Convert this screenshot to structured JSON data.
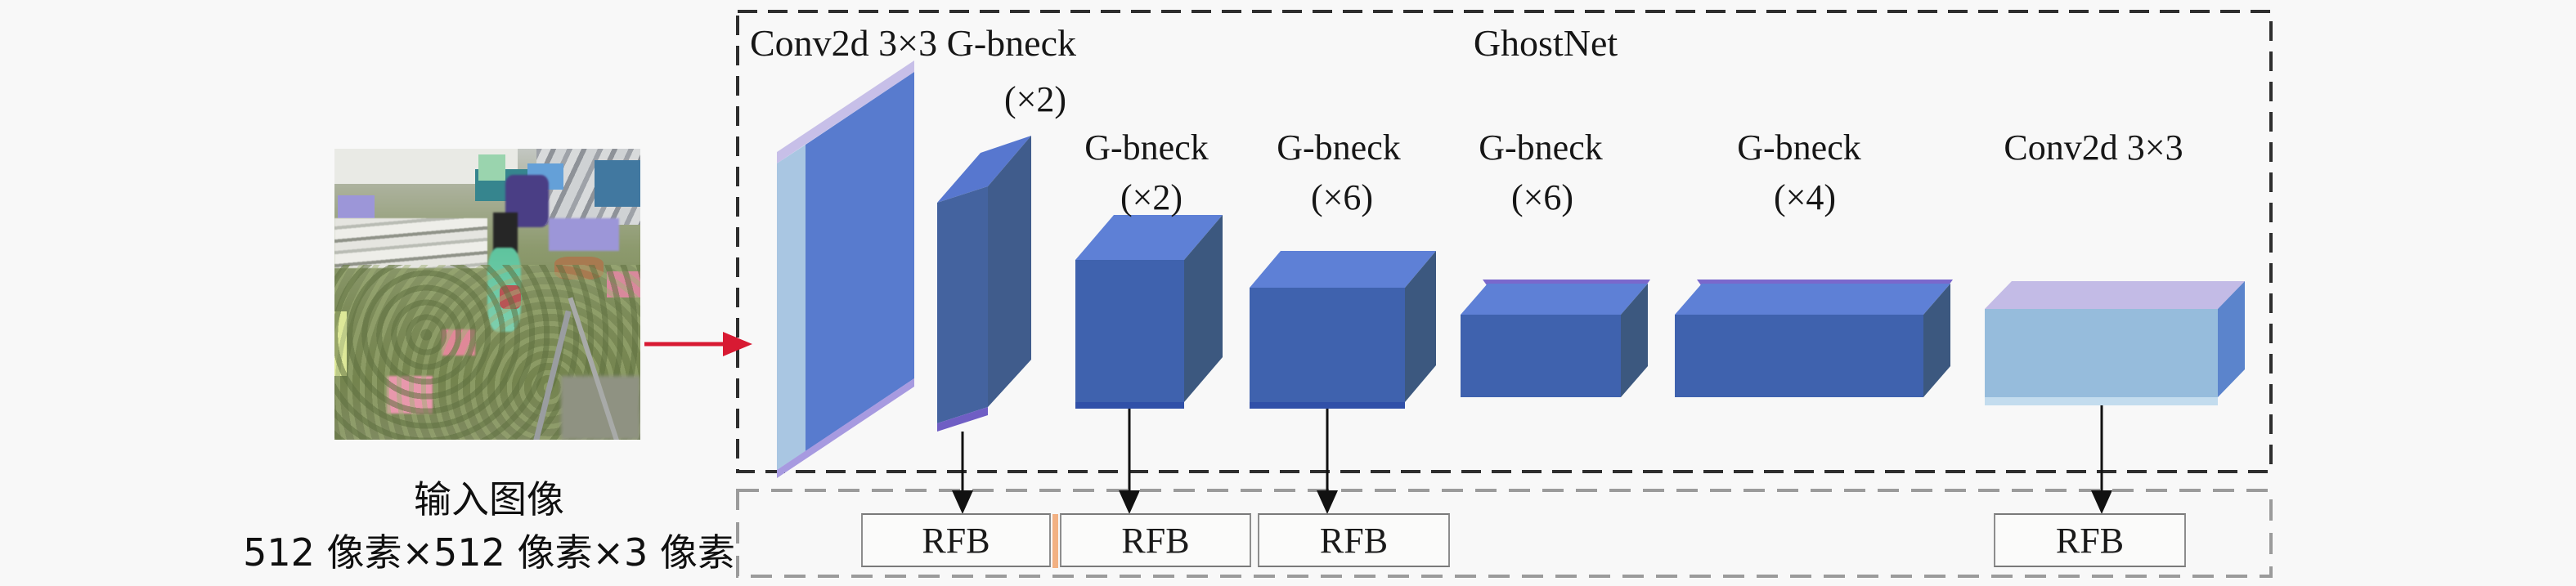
{
  "figure": {
    "background": "#f8f8f8",
    "accent_arrow_color": "#d81a33",
    "block_colors": {
      "front": "#3f62ae",
      "top": "#5e80d6",
      "side": "#3c587f",
      "slab_front": "#587bce",
      "slab_side_light": "#a9c6e2",
      "lavender": "#c7bfe8",
      "final_front": "#96bcdc",
      "purple_edge": "#6f5ec4"
    }
  },
  "input": {
    "caption_line1": "输入图像",
    "caption_line2": "512 像素×512 像素×3 像素"
  },
  "backbone": {
    "title_left": "Conv2d 3×3 G-bneck",
    "title_center": "GhostNet",
    "first_multiplier": "(×2)",
    "stages": [
      {
        "label": "G-bneck",
        "multiplier": "(×2)"
      },
      {
        "label": "G-bneck",
        "multiplier": "(×2)"
      },
      {
        "label": "G-bneck",
        "multiplier": "(×6)"
      },
      {
        "label": "G-bneck",
        "multiplier": "(×4)"
      }
    ],
    "final_conv_label": "Conv2d 3×3"
  },
  "rfb_row": {
    "boxes": [
      "RFB",
      "RFB",
      "RFB",
      "RFB"
    ]
  }
}
